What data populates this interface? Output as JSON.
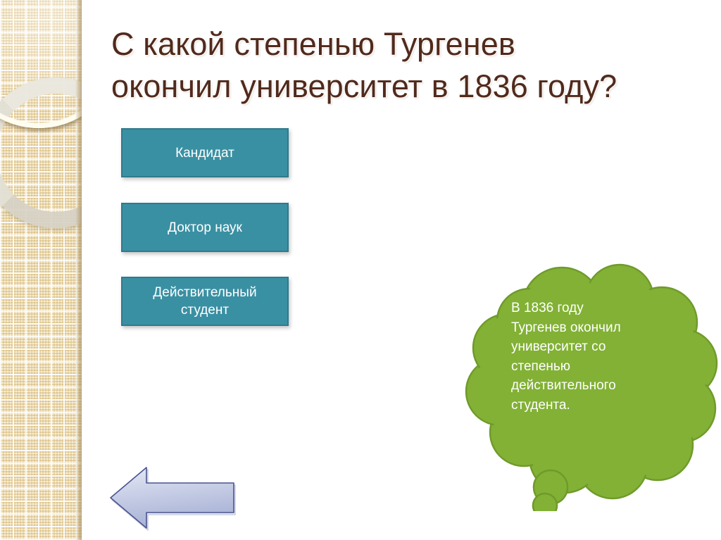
{
  "slide": {
    "title": "С какой степенью Тургенев\nокончил университет в 1836 году?",
    "title_color": "#512a1c",
    "background_color": "#ffffff"
  },
  "sidebar": {
    "name": "decorative-side-panel",
    "background_color": "#efdfb9",
    "ring_cream_color": "#fffcf0",
    "ring_gray_color": "#d6d1c6"
  },
  "answers": {
    "button_fill": "#3a90a3",
    "button_border": "#2f7a8c",
    "button_text_color": "#ffffff",
    "options": [
      {
        "label": "Кандидат"
      },
      {
        "label": "Доктор наук"
      },
      {
        "label": "Действительный студент"
      }
    ]
  },
  "answer_cloud": {
    "text": "В 1836 году\nТургенев окончил\nуниверситет со\nстепенью\nдействительного\nстудента.",
    "fill": "#82b135",
    "stroke": "#6f9a2b",
    "text_color": "#ffffff"
  },
  "navigation": {
    "back_arrow": {
      "icon": "arrow-left-icon",
      "fill_light": "#ccd2e8",
      "fill_dark": "#aab4d8",
      "stroke": "#49548f"
    }
  }
}
